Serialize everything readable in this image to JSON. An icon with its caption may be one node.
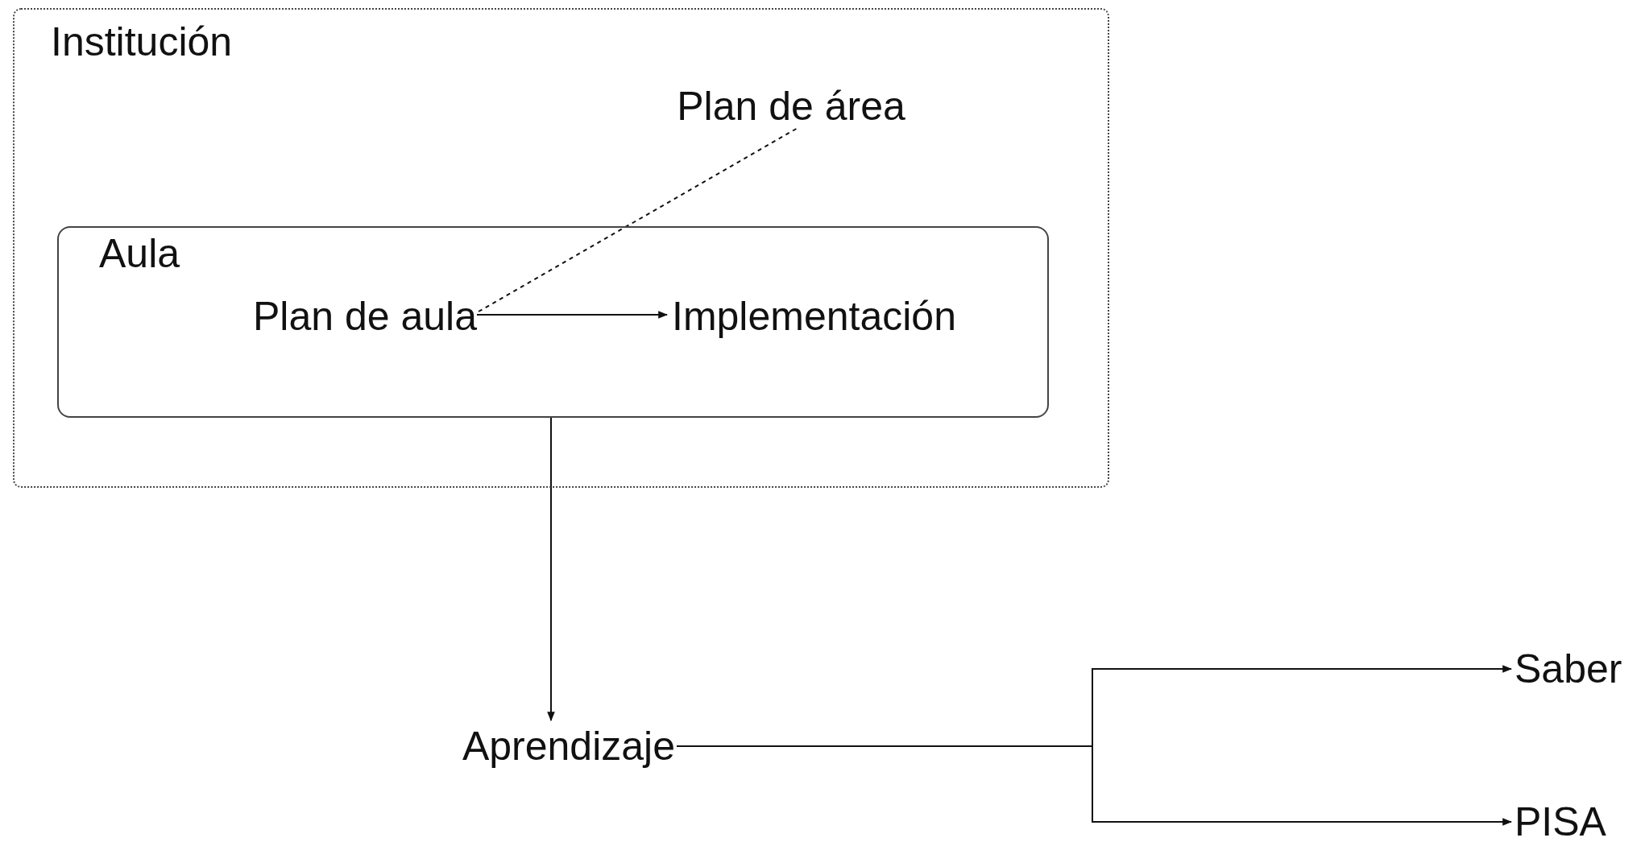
{
  "diagram": {
    "nodes": [
      {
        "text": [
          "Institución"
        ]
      },
      {
        "text": [
          "Plan de área"
        ],
        "in": 0
      },
      {
        "text": [
          "Aula"
        ],
        "in": 0
      },
      {
        "text": [
          "Plan de aula"
        ],
        "in": 2
      },
      {
        "text": [
          "Implementación"
        ],
        "in": 2
      },
      {
        "text": [
          "Aprendizaje"
        ]
      },
      {
        "text": [
          "Saber"
        ]
      },
      {
        "text": [
          "PISA"
        ]
      }
    ],
    "edges": [
      {
        "from": 1,
        "to": 3,
        "arrow": "none",
        "style": "dashed"
      },
      {
        "from": 3,
        "to": 4,
        "arrow": "to"
      },
      {
        "from": 2,
        "to": 5,
        "arrow": "to"
      },
      {
        "from": 5,
        "to": 6,
        "arrow": "to"
      },
      {
        "from": 5,
        "to": 7,
        "arrow": "to"
      }
    ]
  }
}
